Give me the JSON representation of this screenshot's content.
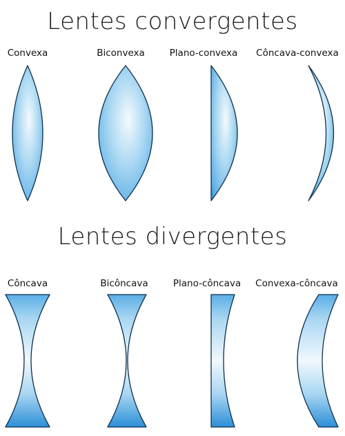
{
  "converging": {
    "title": "Lentes convergentes",
    "lenses": [
      {
        "label": "Convexa"
      },
      {
        "label": "Biconvexa"
      },
      {
        "label": "Plano-convexa"
      },
      {
        "label": "Côncava-convexa"
      }
    ]
  },
  "diverging": {
    "title": "Lentes divergentes",
    "lenses": [
      {
        "label": "Côncava"
      },
      {
        "label": "Bicôncava"
      },
      {
        "label": "Plano-côncava"
      },
      {
        "label": "Convexa-côncava"
      }
    ]
  },
  "colors": {
    "lens_light": "#eef7fd",
    "lens_mid": "#8ccaee",
    "lens_dark": "#2b8fd6",
    "outline": "#0d2f4a"
  }
}
